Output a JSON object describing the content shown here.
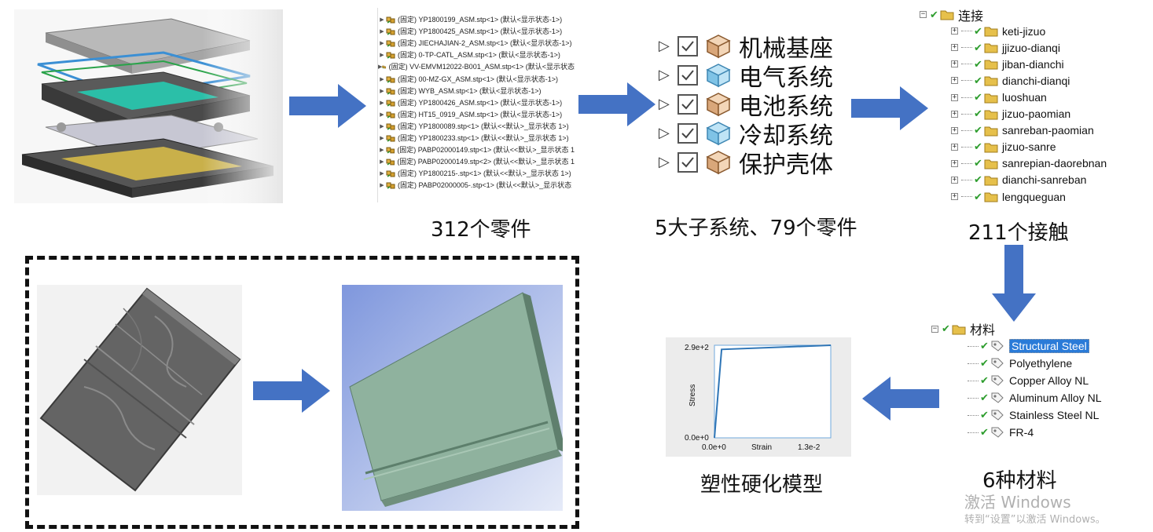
{
  "captions": {
    "parts": "312个零件",
    "subsystems": "5大子系统、79个零件",
    "contacts": "211个接触",
    "materials": "6种材料",
    "plastic_model": "塑性硬化模型"
  },
  "feature_tree": {
    "items": [
      "(固定) YP1800199_ASM.stp<1> (默认<显示状态-1>)",
      "(固定) YP1800425_ASM.stp<1> (默认<显示状态-1>)",
      "(固定) JIECHAJIAN-2_ASM.stp<1> (默认<显示状态-1>)",
      "(固定) 0-TP-CATL_ASM.stp<1> (默认<显示状态-1>)",
      "(固定) VV-EMVM12022-B001_ASM.stp<1> (默认<显示状态",
      "(固定) 00-MZ-GX_ASM.stp<1> (默认<显示状态-1>)",
      "(固定) WYB_ASM.stp<1> (默认<显示状态-1>)",
      "(固定) YP1800426_ASM.stp<1> (默认<显示状态-1>)",
      "(固定) HT15_0919_ASM.stp<1> (默认<显示状态-1>)",
      "(固定) YP1800089.stp<1> (默认<<默认>_显示状态 1>)",
      "(固定) YP1800233.stp<1> (默认<<默认>_显示状态 1>)",
      "(固定) PABP02000149.stp<1> (默认<<默认>_显示状态 1",
      "(固定) PABP02000149.stp<2> (默认<<默认>_显示状态 1",
      "(固定) YP1800215-.stp<1> (默认<<默认>_显示状态 1>)",
      "(固定) PABP02000005-.stp<1> (默认<<默认>_显示状态"
    ]
  },
  "subsystems": [
    {
      "label": "机械基座",
      "icon": "part-cube-icon"
    },
    {
      "label": "电气系统",
      "icon": "blue-cube-icon"
    },
    {
      "label": "电池系统",
      "icon": "part-cube-icon"
    },
    {
      "label": "冷却系统",
      "icon": "blue-cube-icon"
    },
    {
      "label": "保护壳体",
      "icon": "part-cube-icon"
    }
  ],
  "connections": {
    "root": "连接",
    "items": [
      "keti-jizuo",
      "jjizuo-dianqi",
      "jiban-dianchi",
      "dianchi-dianqi",
      "luoshuan",
      "jizuo-paomian",
      "sanreban-paomian",
      "jizuo-sanre",
      "sanrepian-daorebnan",
      "dianchi-sanreban",
      "lengqueguan"
    ]
  },
  "materials": {
    "root": "材料",
    "items": [
      "Structural Steel",
      "Polyethylene",
      "Copper Alloy NL",
      "Aluminum Alloy NL",
      "Stainless Steel NL",
      "FR-4"
    ],
    "selected": 0
  },
  "chart_data": {
    "type": "line",
    "x": [
      0,
      0.0008,
      0.013
    ],
    "y": [
      0,
      277,
      290
    ],
    "xlabel": "Strain",
    "ylabel": "Stress",
    "x_tick_labels": [
      "0.0e+0",
      "1.3e-2"
    ],
    "y_tick_labels": [
      "0.0e+0",
      "2.9e+2"
    ],
    "xlim": [
      0,
      0.013
    ],
    "ylim": [
      0,
      290
    ],
    "line_color": "#2e75b6"
  },
  "watermark": {
    "line1": "激活 Windows",
    "line2": "转到“设置”以激活 Windows。"
  },
  "colors": {
    "arrow": "#4472c4",
    "check": "#2e9d2e",
    "selection": "#2a7bd8"
  }
}
